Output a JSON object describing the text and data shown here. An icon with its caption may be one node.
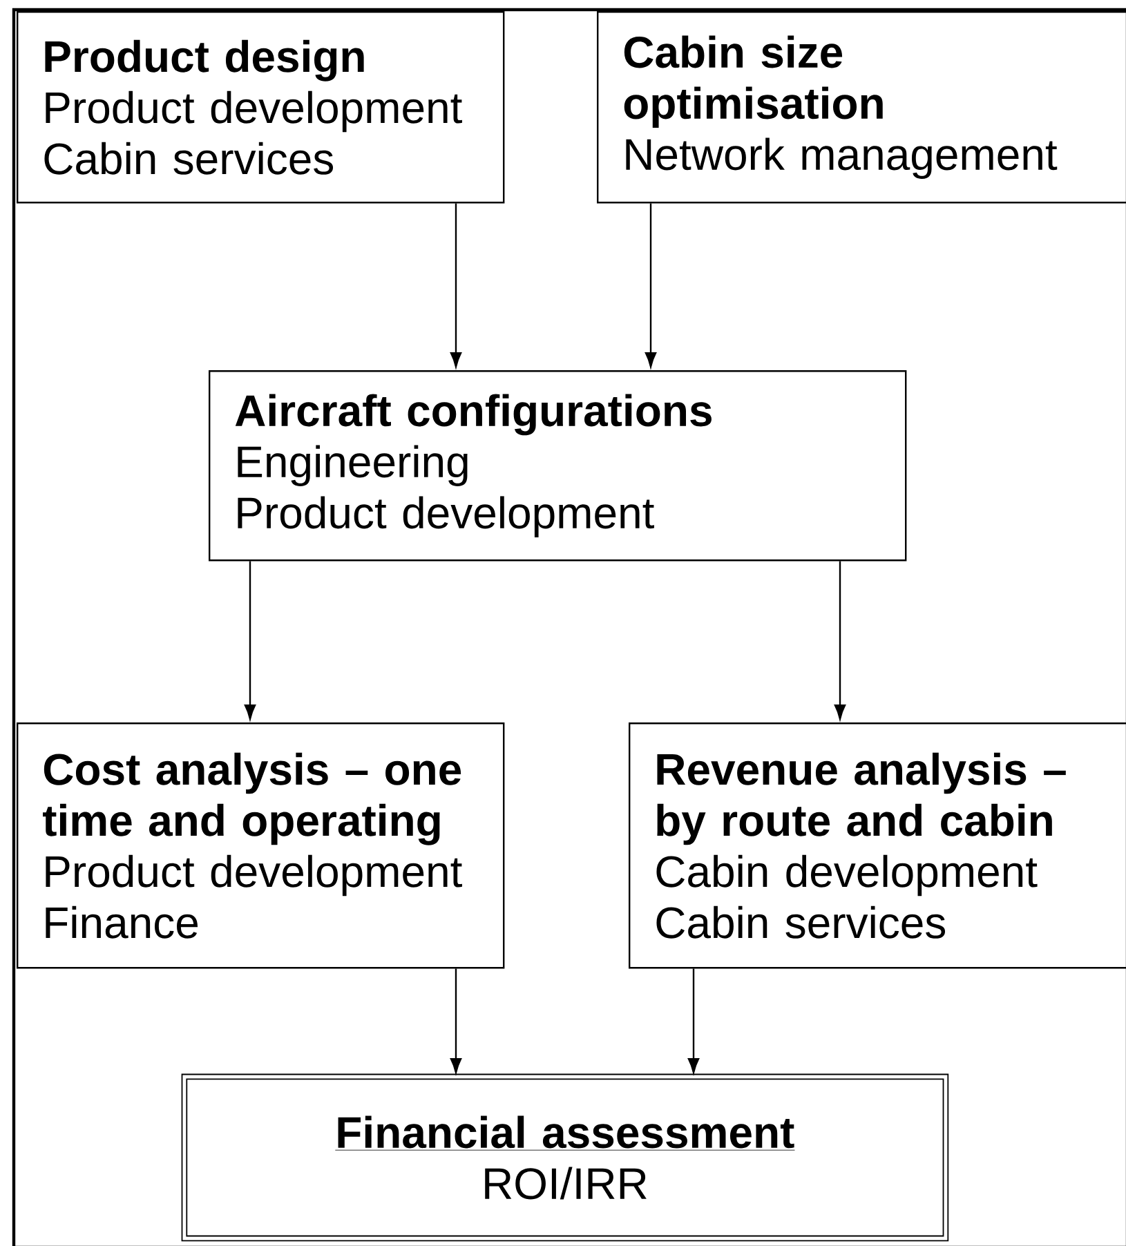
{
  "diagram": {
    "nodes": [
      {
        "text": [
          "Product design",
          "Product development",
          "Cabin services"
        ]
      },
      {
        "text": [
          "Cabin size optimisation",
          "Network management"
        ]
      },
      {
        "text": [
          "Aircraft configurations",
          "Engineering",
          "Product development"
        ]
      },
      {
        "text": [
          "Cost analysis – one time and operating",
          "Product development",
          "Finance"
        ]
      },
      {
        "text": [
          "Revenue analysis – by route and cabin",
          "Cabin development",
          "Cabin services"
        ]
      },
      {
        "text": [
          "Financial assessment",
          "ROI/IRR"
        ]
      }
    ],
    "edges": [
      {
        "from": 0,
        "to": 2,
        "arrow": "to"
      },
      {
        "from": 1,
        "to": 2,
        "arrow": "to"
      },
      {
        "from": 2,
        "to": 3,
        "arrow": "to"
      },
      {
        "from": 2,
        "to": 4,
        "arrow": "to"
      },
      {
        "from": 3,
        "to": 5,
        "arrow": "to"
      },
      {
        "from": 4,
        "to": 5,
        "arrow": "to"
      }
    ]
  }
}
